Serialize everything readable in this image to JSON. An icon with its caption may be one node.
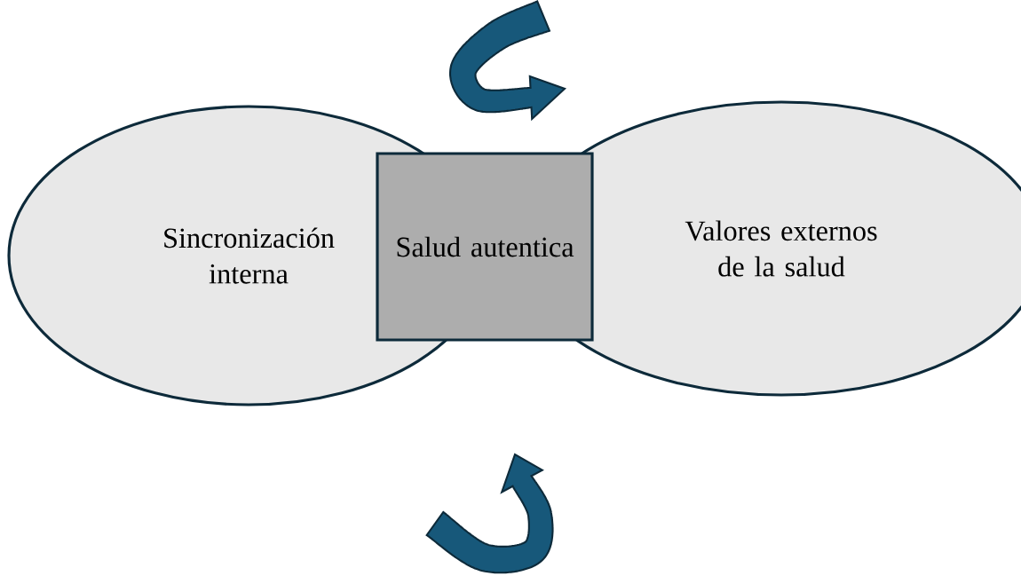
{
  "diagram": {
    "nodes": [
      {
        "text": [
          "Sincronización interna"
        ]
      },
      {
        "text": [
          "Salud autentica"
        ]
      },
      {
        "text": [
          "Valores externos de la salud"
        ]
      }
    ]
  }
}
